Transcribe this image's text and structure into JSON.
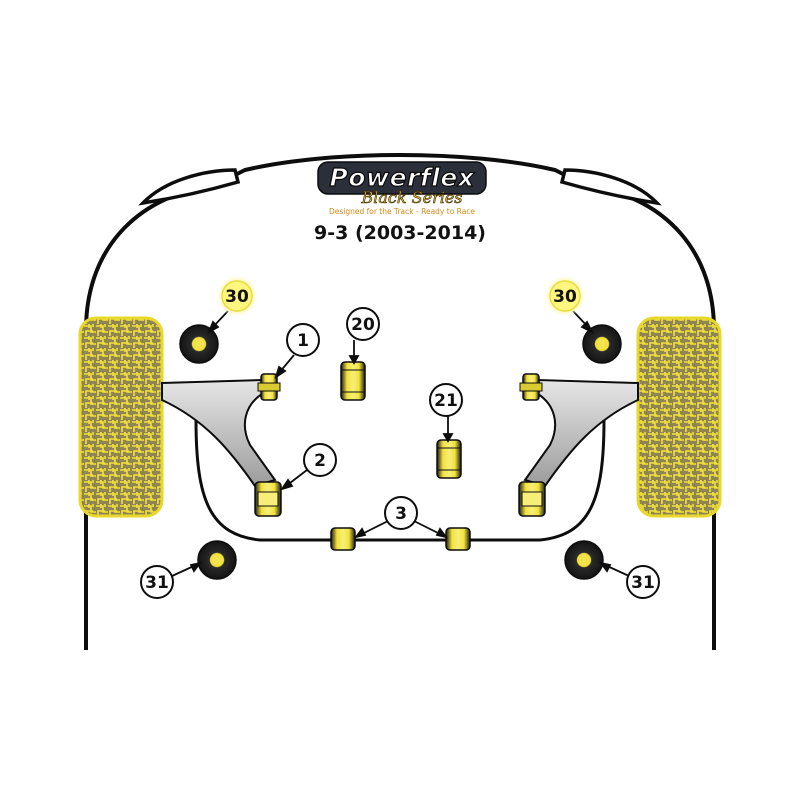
{
  "brand": {
    "name": "Powerflex",
    "series": "Black Series",
    "tagline": "Designed for the Track - Ready to Race"
  },
  "model": {
    "title": "9-3 (2003-2014)"
  },
  "callouts": [
    {
      "id": "c30L",
      "label": "30",
      "highlighted": true
    },
    {
      "id": "c30R",
      "label": "30",
      "highlighted": true
    },
    {
      "id": "c1",
      "label": "1",
      "highlighted": false
    },
    {
      "id": "c20",
      "label": "20",
      "highlighted": false
    },
    {
      "id": "c21",
      "label": "21",
      "highlighted": false
    },
    {
      "id": "c2",
      "label": "2",
      "highlighted": false
    },
    {
      "id": "c3",
      "label": "3",
      "highlighted": false
    },
    {
      "id": "c31L",
      "label": "31",
      "highlighted": false
    },
    {
      "id": "c31R",
      "label": "31",
      "highlighted": false
    }
  ],
  "colors": {
    "outline": "#0d0d0d",
    "bush_yellow": "#f2e23a",
    "bush_dark": "#1b1b1b",
    "arm_grey": "#bdbdbd",
    "tyre_pattern": "#9a8a3a",
    "highlight": "#fff9a0"
  }
}
